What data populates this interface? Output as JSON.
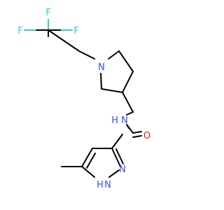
{
  "molecule": {
    "atoms": {
      "f_top": "F",
      "f_left": "F",
      "f_right": "F",
      "n_pyrrolidine": "N",
      "n_amide": "N",
      "h_amide": "H",
      "o_carbonyl": "O",
      "n_pyrazole": "N",
      "n_pyrazole_h": "N",
      "h_pyrazole": "H"
    },
    "colors": {
      "bond": "#000000",
      "fluorine": "#33cccc",
      "nitrogen": "#3050f8",
      "oxygen": "#ff0d0d"
    }
  }
}
